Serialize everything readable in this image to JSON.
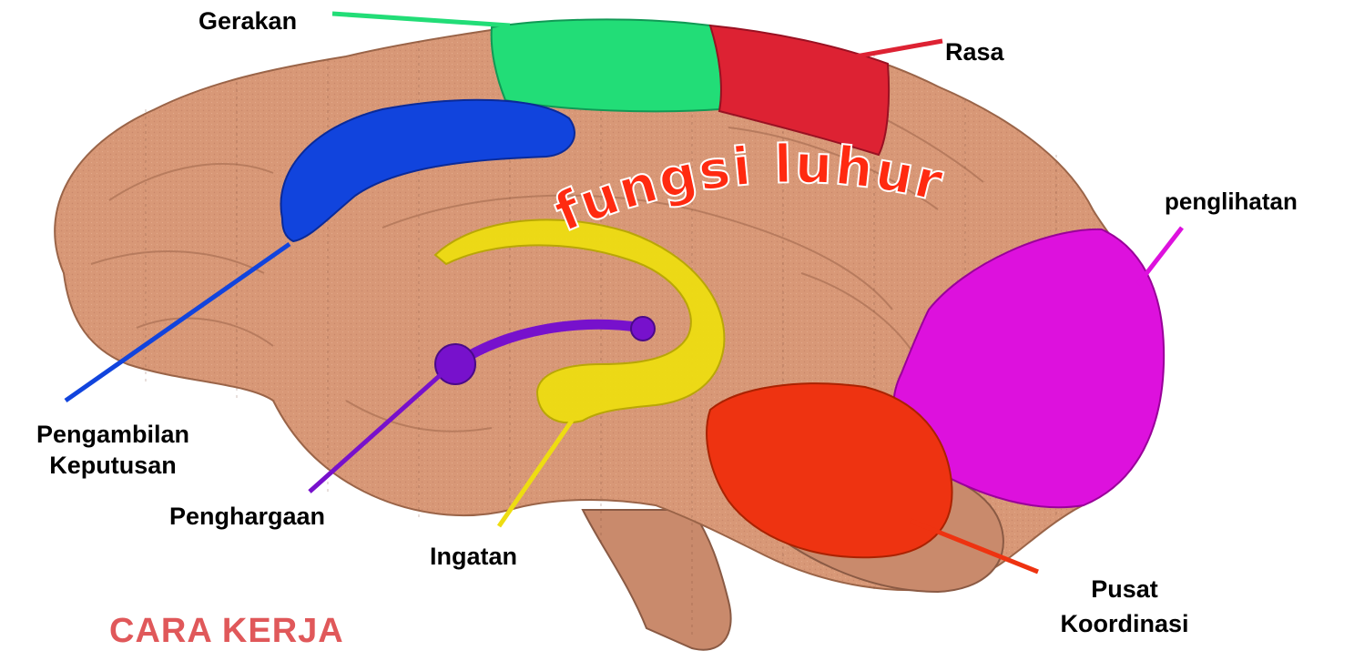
{
  "diagram": {
    "title": "fungsi luhur",
    "heading": "CARA KERJA",
    "labels": {
      "gerakan": "Gerakan",
      "rasa": "Rasa",
      "penglihatan": "penglihatan",
      "pengambilan_line1": "Pengambilan",
      "pengambilan_line2": "Keputusan",
      "penghargaan": "Penghargaan",
      "ingatan": "Ingatan",
      "pusat_line1": "Pusat",
      "pusat_line2": "Koordinasi"
    },
    "colors": {
      "brain": "#d89877",
      "motor": "#22dd77",
      "taste": "#dd2233",
      "vision": "#dd11dd",
      "decision": "#1144dd",
      "reward": "#7711cc",
      "memory": "#eedd11",
      "coordination": "#ee3311",
      "title_fill": "#ff2a10",
      "heading": "#e0585a"
    }
  }
}
